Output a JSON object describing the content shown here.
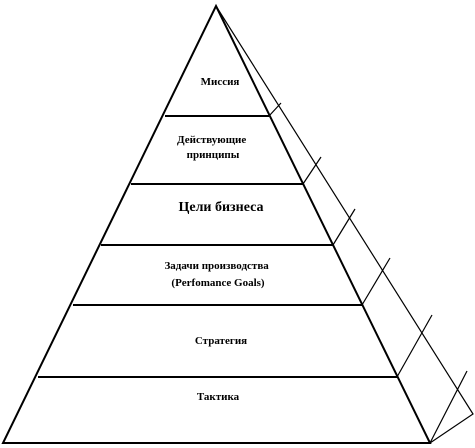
{
  "diagram": {
    "levels": [
      {
        "id": "mission",
        "lines": [
          "Миссия"
        ]
      },
      {
        "id": "principles",
        "lines": [
          "Действующие",
          "принципы"
        ]
      },
      {
        "id": "goals",
        "lines": [
          "Цели бизнеса"
        ]
      },
      {
        "id": "performance",
        "lines": [
          "Задачи производства",
          "(Perfomance  Goals)"
        ]
      },
      {
        "id": "strategy",
        "lines": [
          "Стратегия"
        ]
      },
      {
        "id": "tactics",
        "lines": [
          "Тактика"
        ]
      }
    ]
  }
}
